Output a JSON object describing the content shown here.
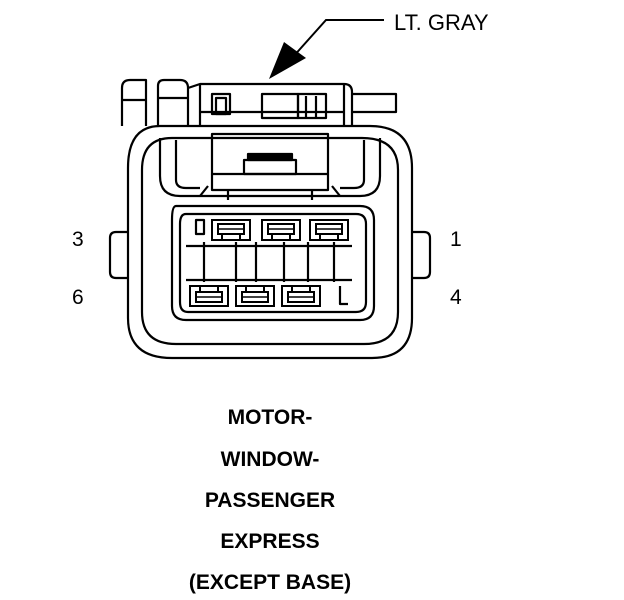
{
  "callout": {
    "text": "LT. GRAY"
  },
  "pins": {
    "p1": "1",
    "p3": "3",
    "p4": "4",
    "p6": "6"
  },
  "caption": {
    "line1": "MOTOR-",
    "line2": "WINDOW-",
    "line3": "PASSENGER",
    "line4": "EXPRESS",
    "line5": "(EXCEPT BASE)"
  }
}
